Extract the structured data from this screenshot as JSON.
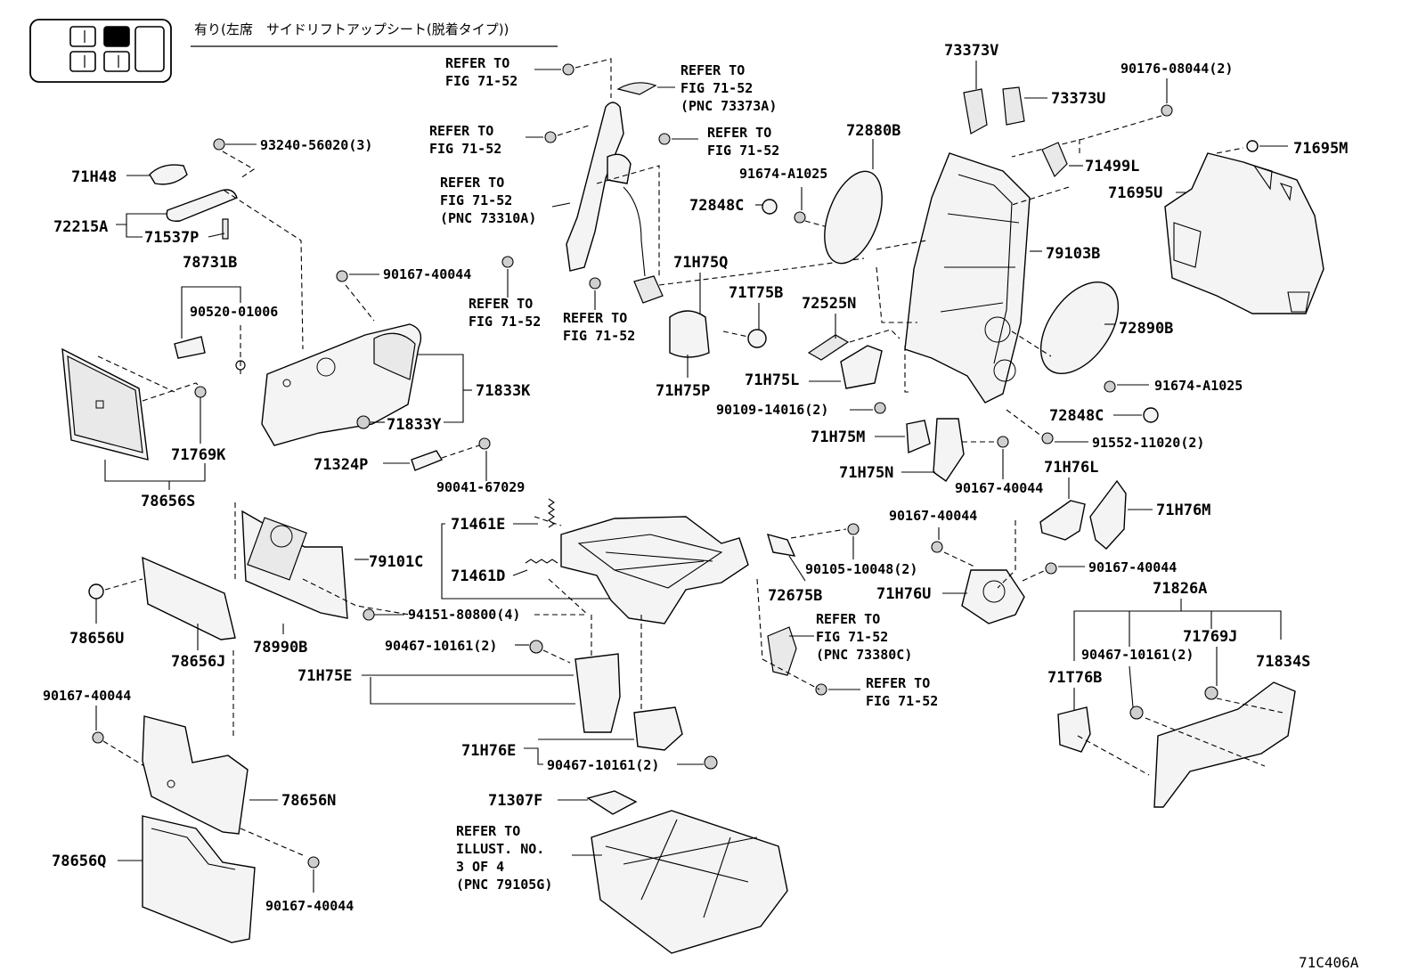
{
  "header": {
    "title_jp": "有り(左席　サイドリフトアップシート(脱着タイプ))",
    "diagram_code": "71C406A"
  },
  "part_labels": {
    "p71H48": "71H48",
    "p72215A": "72215A",
    "p71537P": "71537P",
    "p93240": "93240-56020(3)",
    "p78731B": "78731B",
    "p90520": "90520-01006",
    "p90167a": "90167-40044",
    "p71833K": "71833K",
    "p71833Y": "71833Y",
    "p71769K": "71769K",
    "p78656S": "78656S",
    "p71324P": "71324P",
    "p90041": "90041-67029",
    "p71461E": "71461E",
    "p79101C": "79101C",
    "p71461D": "71461D",
    "p78656U": "78656U",
    "p78656J": "78656J",
    "p78990B": "78990B",
    "p94151": "94151-80800(4)",
    "p90467a": "90467-10161(2)",
    "p71H75E": "71H75E",
    "p90167b": "90167-40044",
    "p78656N": "78656N",
    "p78656Q": "78656Q",
    "p90167c": "90167-40044",
    "p71H76E": "71H76E",
    "p90467b": "90467-10161(2)",
    "p71307F": "71307F",
    "p72675B": "72675B",
    "p90105": "90105-10048(2)",
    "p71H75Q": "71H75Q",
    "p71H75P": "71H75P",
    "p71T75B": "71T75B",
    "p72848Ca": "72848C",
    "p91674a": "91674-A1025",
    "p72880B": "72880B",
    "p72525N": "72525N",
    "p71H75L": "71H75L",
    "p90109": "90109-14016(2)",
    "p71H75M": "71H75M",
    "p71H75N": "71H75N",
    "p90167d": "90167-40044",
    "p73373V": "73373V",
    "p73373U": "73373U",
    "p79103B": "79103B",
    "p90176": "90176-08044(2)",
    "p71499L": "71499L",
    "p71695M": "71695M",
    "p71695U": "71695U",
    "p72890B": "72890B",
    "p91674b": "91674-A1025",
    "p72848Cb": "72848C",
    "p91552": "91552-11020(2)",
    "p71H76L": "71H76L",
    "p71H76M": "71H76M",
    "p90167e": "90167-40044",
    "p90167f": "90167-40044",
    "p71H76U": "71H76U",
    "p71826A": "71826A",
    "p90467c": "90467-10161(2)",
    "p71769J": "71769J",
    "p71834S": "71834S",
    "p71T76B": "71T76B"
  },
  "references": {
    "r1": [
      "REFER TO",
      "FIG 71-52"
    ],
    "r2": [
      "REFER TO",
      "FIG 71-52",
      "(PNC 73373A)"
    ],
    "r3": [
      "REFER TO",
      "FIG 71-52"
    ],
    "r4": [
      "REFER TO",
      "FIG 71-52"
    ],
    "r5": [
      "REFER TO",
      "FIG 71-52",
      "(PNC 73310A)"
    ],
    "r6": [
      "REFER TO",
      "FIG 71-52"
    ],
    "r7": [
      "REFER TO",
      "FIG 71-52"
    ],
    "r8": [
      "REFER TO",
      "FIG 71-52",
      "(PNC 73380C)"
    ],
    "r9": [
      "REFER TO",
      "FIG 71-52"
    ],
    "r10": [
      "REFER TO",
      "ILLUST. NO.",
      "3 OF 4",
      "(PNC 79105G)"
    ]
  }
}
